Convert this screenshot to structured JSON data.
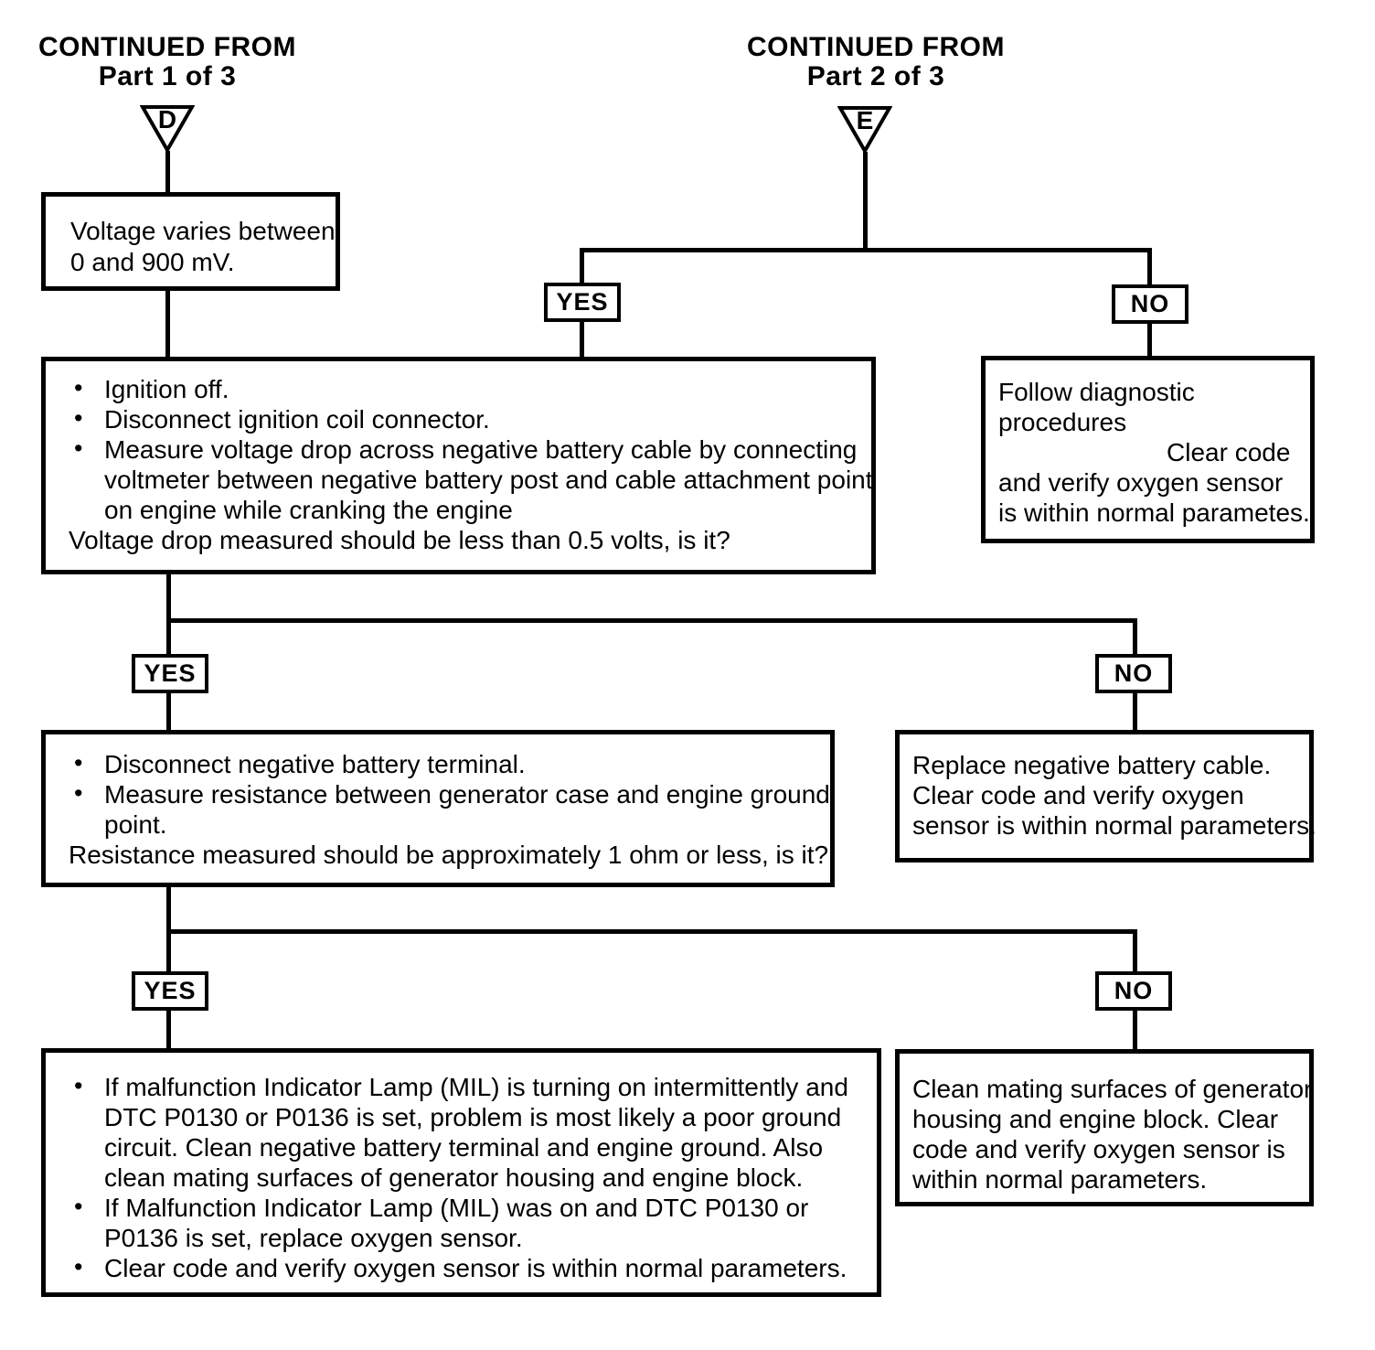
{
  "colors": {
    "ink": "#000000",
    "paper": "#ffffff"
  },
  "continued_from_1": {
    "title": "CONTINUED FROM",
    "subtitle": "Part 1 of 3",
    "letter": "D"
  },
  "continued_from_2": {
    "title": "CONTINUED FROM",
    "subtitle": "Part 2 of 3",
    "letter": "E"
  },
  "decision_labels": {
    "yes": "YES",
    "no": "NO"
  },
  "boxes": {
    "voltage_varies": {
      "lines": [
        {
          "text": "Voltage varies between"
        },
        {
          "text": "0 and 900 mV."
        }
      ]
    },
    "voltage_drop_test": {
      "lines": [
        {
          "bullet": true,
          "text": "Ignition off."
        },
        {
          "bullet": true,
          "text": "Disconnect ignition coil connector."
        },
        {
          "bullet": true,
          "text": "Measure voltage drop across negative battery cable by connecting"
        },
        {
          "text": "voltmeter between negative battery post and cable attachment point"
        },
        {
          "text": "on engine while cranking the engine"
        },
        {
          "cls": "flush",
          "text": "Voltage drop measured should be less than 0.5 volts, is it?"
        }
      ]
    },
    "follow_diagnostic": {
      "lines": [
        {
          "text": "Follow diagnostic"
        },
        {
          "text": "procedures"
        },
        {
          "cls": "indent-big",
          "text": "Clear code"
        },
        {
          "text": "and verify oxygen sensor"
        },
        {
          "text": "is within normal parametes."
        }
      ]
    },
    "resistance_test": {
      "lines": [
        {
          "bullet": true,
          "text": "Disconnect negative battery terminal."
        },
        {
          "bullet": true,
          "text": "Measure resistance between generator case and engine ground"
        },
        {
          "text": "point."
        },
        {
          "cls": "flush",
          "text": "Resistance measured should be approximately 1 ohm or less, is it?"
        }
      ]
    },
    "replace_cable": {
      "lines": [
        {
          "text": "Replace negative battery cable."
        },
        {
          "text": "Clear code and verify oxygen"
        },
        {
          "text": "sensor is within normal parameters."
        }
      ]
    },
    "mil_diagnosis": {
      "lines": [
        {
          "bullet": true,
          "text": "If malfunction Indicator Lamp (MIL) is turning on intermittently and"
        },
        {
          "text": "DTC P0130 or P0136 is set, problem is most likely a poor ground"
        },
        {
          "text": "circuit. Clean negative battery terminal and engine ground. Also"
        },
        {
          "text": "clean mating surfaces of generator housing and engine block."
        },
        {
          "bullet": true,
          "text": "If Malfunction Indicator Lamp (MIL) was on and DTC P0130 or"
        },
        {
          "text": "P0136 is set, replace oxygen sensor."
        },
        {
          "bullet": true,
          "text": "Clear code and verify oxygen sensor is within normal parameters."
        }
      ]
    },
    "clean_surfaces": {
      "lines": [
        {
          "text": "Clean mating surfaces of generator"
        },
        {
          "text": "housing and engine block. Clear"
        },
        {
          "text": "code and verify oxygen sensor is"
        },
        {
          "text": "within normal parameters."
        }
      ]
    }
  }
}
